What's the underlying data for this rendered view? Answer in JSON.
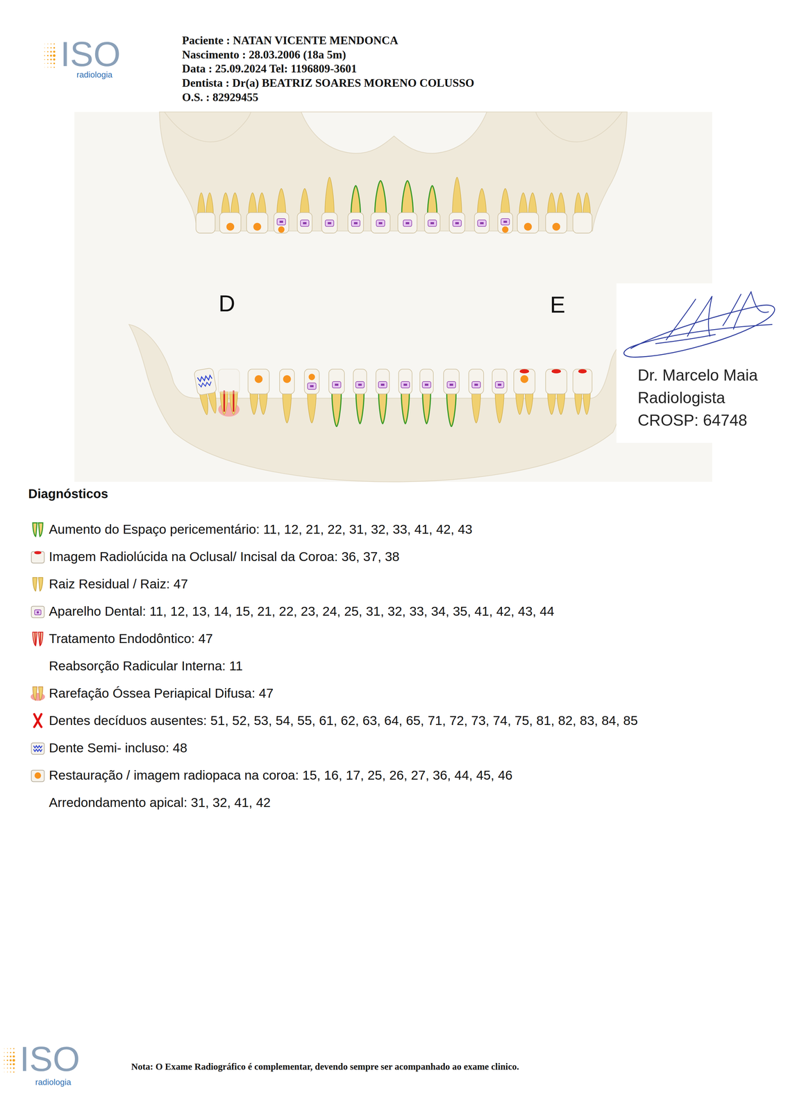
{
  "diagram": {
    "nodes": [
      {
        "text": [
          "Dr. Marcelo Maia",
          "Radiologista",
          "CROSP: 64748"
        ]
      }
    ],
    "labels": [
      "ISO",
      "radiologia",
      "Paciente : NATAN VICENTE MENDONCA",
      "Nascimento : 28.03.2006 (18a 5m)",
      "Data : 25.09.2024 Tel: 1196809-3601",
      "Dentista : Dr(a) BEATRIZ SOARES MORENO COLUSSO",
      "O.S. : 82929455",
      "D",
      "E",
      "Diagnósticos",
      "ISO",
      "radiologia",
      "Nota: O Exame Radiográfico é complementar, devendo sempre ser acompanhado ao exame clinico."
    ],
    "legend": [
      {
        "text": "Aumento do Espaço pericementário: 11, 12, 21, 22, 31, 32, 33, 41, 42, 43"
      },
      {
        "text": "Imagem Radiolúcida na Oclusal/ Incisal da Coroa: 36, 37, 38"
      },
      {
        "text": "Raiz Residual / Raiz: 47"
      },
      {
        "text": "Aparelho Dental: 11, 12, 13, 14, 15, 21, 22, 23, 24, 25, 31, 32, 33, 34, 35, 41, 42, 43, 44"
      },
      {
        "text": "Tratamento Endodôntico: 47"
      },
      {
        "text": "Reabsorção Radicular Interna: 11"
      },
      {
        "text": "Rarefação Óssea Periapical Difusa: 47"
      },
      {
        "text": "Dentes decíduos ausentes: 51, 52, 53, 54, 55, 61, 62, 63, 64, 65, 71, 72, 73, 74, 75, 81, 82, 83, 84, 85"
      },
      {
        "text": "Dente Semi- incluso: 48"
      },
      {
        "text": "Restauração / imagem radiopaca na coroa: 15, 16, 17, 25, 26, 27, 36, 44, 45, 46"
      },
      {
        "text": "Arredondamento apical: 31, 32, 41, 42"
      }
    ]
  }
}
